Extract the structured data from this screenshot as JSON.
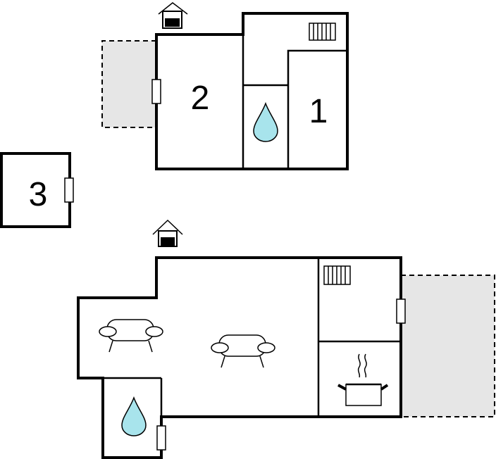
{
  "rooms": {
    "room_1": "1",
    "room_2": "2",
    "room_3": "3"
  },
  "colors": {
    "water": "#a8e4ec",
    "terrace": "#e6e6e6",
    "wall": "#000000",
    "background": "#ffffff"
  },
  "icons": [
    "entrance-icon",
    "radiator-icon",
    "water-drop-icon",
    "sofa-icon",
    "cooking-pot-icon",
    "door-icon"
  ]
}
